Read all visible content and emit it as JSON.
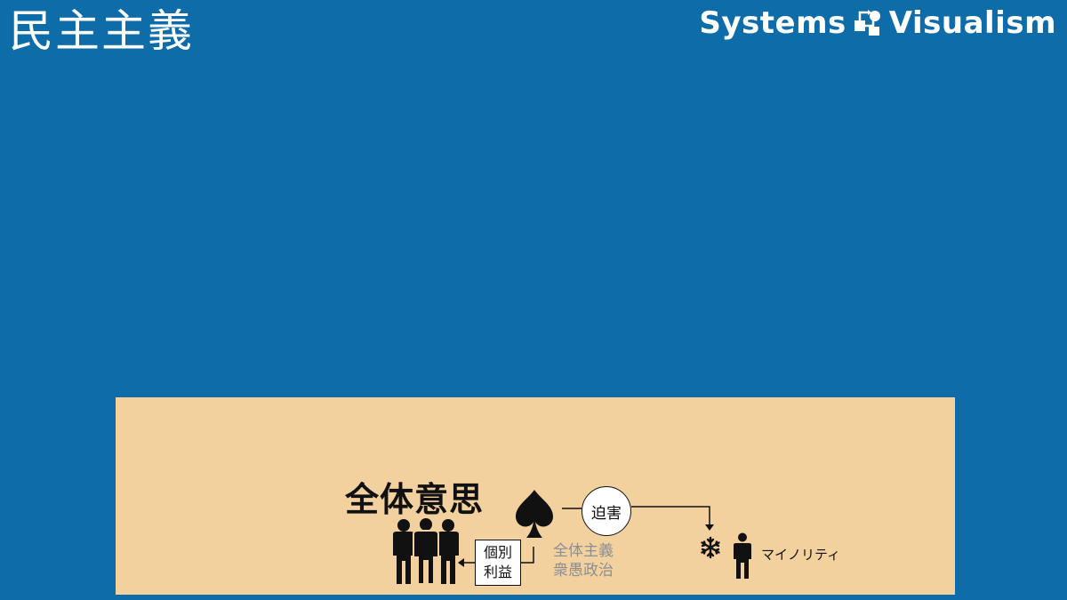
{
  "slide": {
    "title": "民主主義"
  },
  "brand": {
    "left_word": "Systems",
    "right_word": "Visualism",
    "logo_icon": "systems-visualism-logo-icon"
  },
  "diagram": {
    "general_will_label": "全体意思",
    "people_icon": "group-of-people-icon",
    "spade_icon": "spade-icon",
    "individual_interest_label": [
      "個別",
      "利益"
    ],
    "totalitarian_labels": [
      "全体主義",
      "衆愚政治"
    ],
    "persecution_label": "迫害",
    "snowflake_icon": "snowflake-icon",
    "person_icon": "single-person-icon",
    "minority_label": "マイノリティ"
  },
  "colors": {
    "background": "#0e6ca8",
    "panel": "#f2d19e",
    "text_dark": "#111111",
    "text_gray": "#8a8f94",
    "white": "#ffffff"
  }
}
